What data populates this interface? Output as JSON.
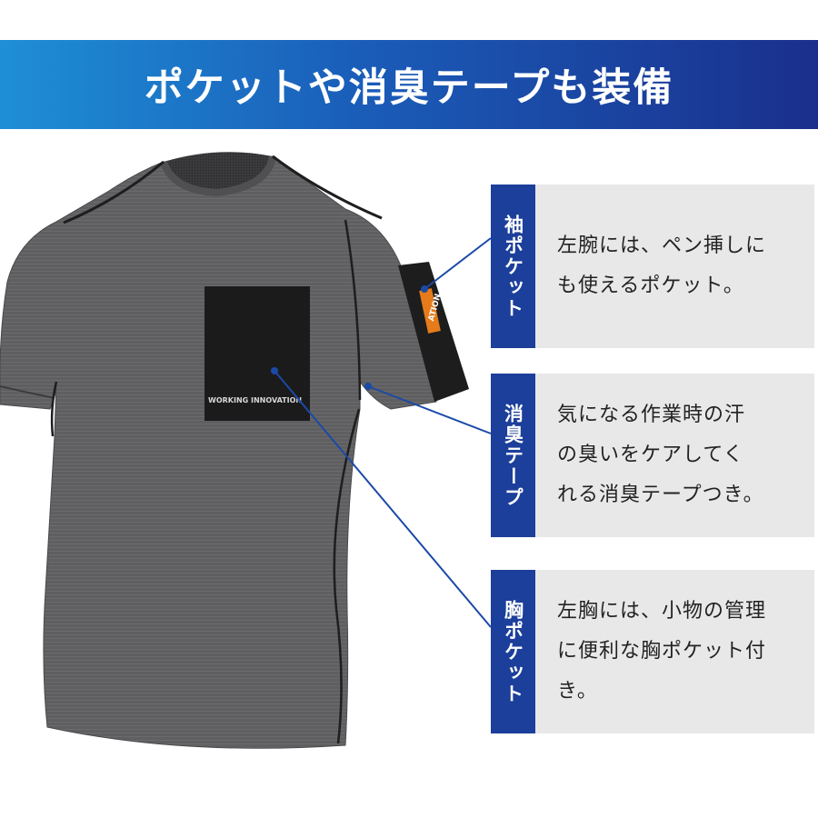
{
  "banner": {
    "title": "ポケットや消臭テープも装備"
  },
  "shirt": {
    "pocket_print": "WORKING INNOVATION",
    "sleeve_logo": "ATION"
  },
  "callouts": [
    {
      "tab": "袖ポケット",
      "lines": [
        "左腕には、ペン挿しに",
        "も使えるポケット。"
      ]
    },
    {
      "tab": "消臭テープ",
      "lines": [
        "気になる作業時の汗",
        "の臭いをケアしてく",
        "れる消臭テープつき。"
      ]
    },
    {
      "tab": "胸ポケット",
      "lines": [
        "左胸には、小物の管理",
        "に便利な胸ポケット付",
        "き。"
      ]
    }
  ],
  "colors": {
    "banner_start": "#1e8fd6",
    "banner_end": "#1a2f8c",
    "tab": "#1b3f9a",
    "panel": "#e8e8e8",
    "shirt": "#5d5d5f",
    "leader_line": "#1b4aa6"
  }
}
